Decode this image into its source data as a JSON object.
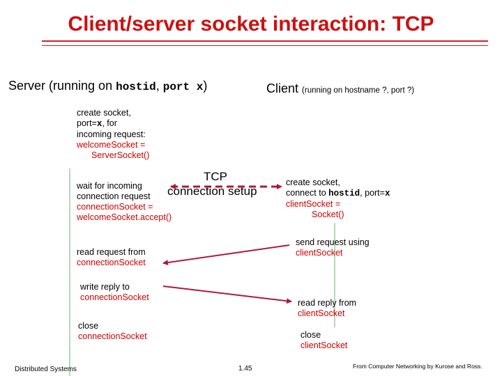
{
  "title": "Client/server socket interaction: TCP",
  "server_header": {
    "prefix": "Server (running on ",
    "host": "hostid",
    "sep": ", ",
    "port": "port x",
    "suffix": ")"
  },
  "client_header": {
    "label": "Client ",
    "detail": "(running on hostname ?, port ?)"
  },
  "server_create": {
    "line1": "create socket,",
    "line2_prefix": "port=",
    "line2_x": "x",
    "line2_suffix": ", for",
    "line3": "incoming request:",
    "line4": "welcomeSocket =",
    "line5": "ServerSocket()"
  },
  "server_wait": {
    "line1": "wait for incoming",
    "line2": "connection request",
    "line3": "connectionSocket =",
    "line4": "welcomeSocket.accept()"
  },
  "tcp_setup": {
    "line1": "TCP",
    "line2": "connection setup"
  },
  "client_create": {
    "line1": "create socket,",
    "line2_prefix": "connect to ",
    "line2_host": "hostid",
    "line2_mid": ", port=",
    "line2_x": "x",
    "line3": "clientSocket =",
    "line4": "Socket()"
  },
  "client_send": {
    "line1": "send request using",
    "line2": "clientSocket"
  },
  "server_read": {
    "line1": "read request from",
    "line2": "connectionSocket"
  },
  "server_write": {
    "line1": "write reply to",
    "line2": "connectionSocket"
  },
  "client_read": {
    "line1": "read reply from",
    "line2": "clientSocket"
  },
  "server_close": {
    "line1": "close",
    "line2": "connectionSocket"
  },
  "client_close": {
    "line1": "close",
    "line2": "clientSocket"
  },
  "footer": {
    "left": "Distributed Systems",
    "center": "1.45",
    "right": "From Computer Networking by Kurose and Ross."
  },
  "colors": {
    "title": "#cc1111",
    "accent_text": "#cc0000",
    "flow_line": "#9ccc9c",
    "arrow": "#b0173a",
    "rule": "#cc2222"
  }
}
